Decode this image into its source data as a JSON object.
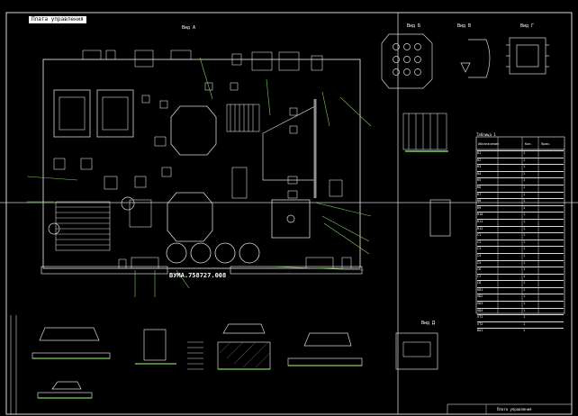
{
  "sheet": {
    "title_tab": "Плата управления",
    "board_marking": "ВУМА.758727.008",
    "top_note_1": "Вид А",
    "top_note_2": "Вид Б",
    "top_note_3": "Вид В",
    "top_note_4": "Вид Г",
    "side_label": "Вид Д",
    "table_title": "Таблица 1",
    "stamp_text": "Плата управления"
  },
  "table": {
    "headers": [
      "Обозначение",
      "Кол.",
      "Прим."
    ],
    "rows": [
      [
        "R1",
        "1",
        ""
      ],
      [
        "R2",
        "1",
        ""
      ],
      [
        "R3",
        "1",
        ""
      ],
      [
        "R4",
        "1",
        ""
      ],
      [
        "R5",
        "1",
        ""
      ],
      [
        "R6",
        "1",
        ""
      ],
      [
        "R7",
        "1",
        ""
      ],
      [
        "R8",
        "1",
        ""
      ],
      [
        "R9",
        "1",
        ""
      ],
      [
        "R10",
        "1",
        ""
      ],
      [
        "R11",
        "1",
        ""
      ],
      [
        "R12",
        "1",
        ""
      ],
      [
        "C1",
        "1",
        ""
      ],
      [
        "C2",
        "1",
        ""
      ],
      [
        "C3",
        "1",
        ""
      ],
      [
        "C4",
        "1",
        ""
      ],
      [
        "C5",
        "1",
        ""
      ],
      [
        "C6",
        "1",
        ""
      ],
      [
        "C7",
        "1",
        ""
      ],
      [
        "C8",
        "1",
        ""
      ],
      [
        "VD1",
        "1",
        ""
      ],
      [
        "VD2",
        "1",
        ""
      ],
      [
        "VD3",
        "1",
        ""
      ],
      [
        "VD4",
        "1",
        ""
      ],
      [
        "VT1",
        "1",
        ""
      ],
      [
        "VT2",
        "1",
        ""
      ],
      [
        "DA1",
        "1",
        ""
      ]
    ]
  },
  "colors": {
    "line": "#d8d8d8",
    "accent": "#7bd35a",
    "background": "#000000"
  }
}
